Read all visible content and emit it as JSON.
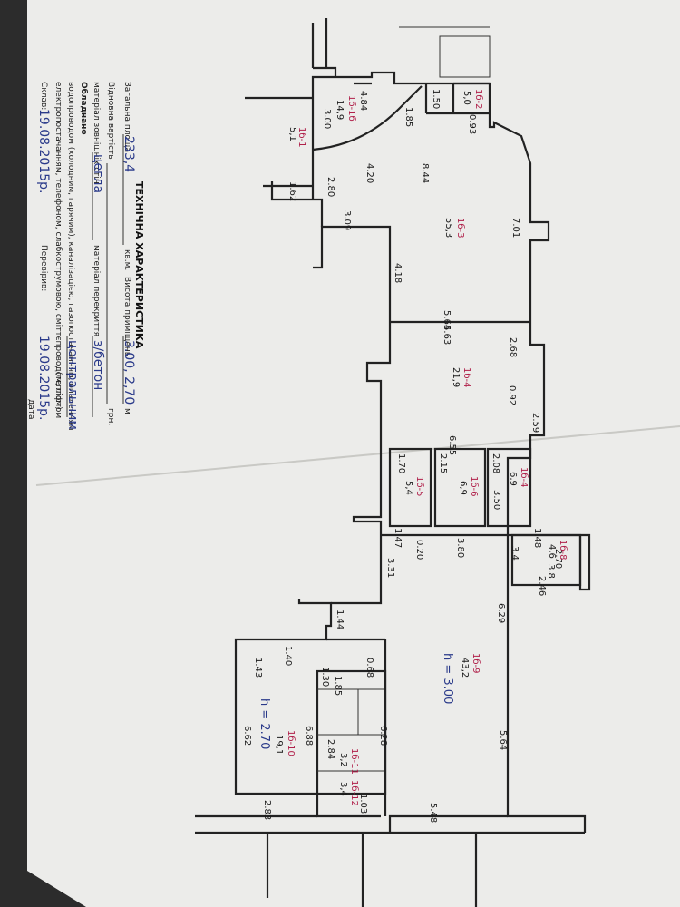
{
  "title": "ТЕХНІЧНА ХАРАКТЕРИСТИКА",
  "form": {
    "total_area_label": "Загальна площа",
    "total_area_value": "233,4",
    "unit_sqm": "кв.м.",
    "height_label": "Висота приміщень",
    "height_value": "3.00, 2,70",
    "unit_m": "м",
    "restore_cost_label": "Відновна вартість",
    "unit_uah": "грн.",
    "wall_material_label": "матеріал зовнішніх стін",
    "wall_material_value": "цегла",
    "ceiling_material_label": "матеріал перекриття",
    "ceiling_material_value": "з/бетон",
    "equipment_label": "Обладнано",
    "equipment_line1": "водопроводом (холодним, гарячим), каналізацією, газопостачанням, опаленням",
    "heating_value": "центральним",
    "equipment_line2": "електропостачанням, телефоном, слабкострумовою, сміттєпроводом, ліфтом",
    "heating_note": "(теплом)",
    "compiled_label": "Склав:",
    "compiled_date": "19.08.2015р.",
    "checked_label": "Перевірив:",
    "checked_date": "19.08.2015р.",
    "date_caption": "дата"
  },
  "rooms": [
    {
      "num": "1б-1",
      "area": "5,1"
    },
    {
      "num": "1б-1б",
      "area": "14,9"
    },
    {
      "num": "1б-2",
      "area": "5,0"
    },
    {
      "num": "1б-3",
      "area": "55,3"
    },
    {
      "num": "1б-4",
      "area": "21,9"
    },
    {
      "num": "1б-4",
      "area": "6,9"
    },
    {
      "num": "1б-5",
      "area": "5,4"
    },
    {
      "num": "1б-6",
      "area": "6,9"
    },
    {
      "num": "1б-8",
      "area": "4,6"
    },
    {
      "num": "1б-9",
      "area": "43,2"
    },
    {
      "num": "1б-10",
      "area": "19,1"
    },
    {
      "num": "1б-11",
      "area": "3,2"
    },
    {
      "num": "1б-12",
      "area": "3,4"
    }
  ],
  "dimensions": {
    "d1": "4.84",
    "d2": "1.85",
    "d3": "1.50",
    "d4": "0.93",
    "d5": "3.00",
    "d6": "1.62",
    "d7": "2.80",
    "d8": "4.20",
    "d9": "8.44",
    "d10": "3.09",
    "d11": "7.01",
    "d12": "4.18",
    "d13": "5.64",
    "d14": "5.63",
    "d15": "2.68",
    "d16": "0.92",
    "d17": "2.59",
    "d18": "6.55",
    "d19": "1.70",
    "d20": "2.15",
    "d21": "2.08",
    "d22": "3.50",
    "d23": "1.47",
    "d24": "0.20",
    "d25": "3.80",
    "d26": "1.48",
    "d27": "2.70",
    "d28": "2.46",
    "d29": "3.31",
    "d30": "6.29",
    "d31": "1.44",
    "d32": "1.40",
    "d33": "1.43",
    "d34": "1.30",
    "d35": "0.68",
    "d36": "1.85",
    "d37": "6.88",
    "d38": "6.28",
    "d39": "6.62",
    "d40": "5.64",
    "d41": "2.84",
    "d42": "1.03",
    "d43": "2.83",
    "d44": "5.48",
    "d45": "3.4",
    "d46": "3.8"
  },
  "height_notes": [
    "h = 3.00",
    "h = 2.70"
  ]
}
